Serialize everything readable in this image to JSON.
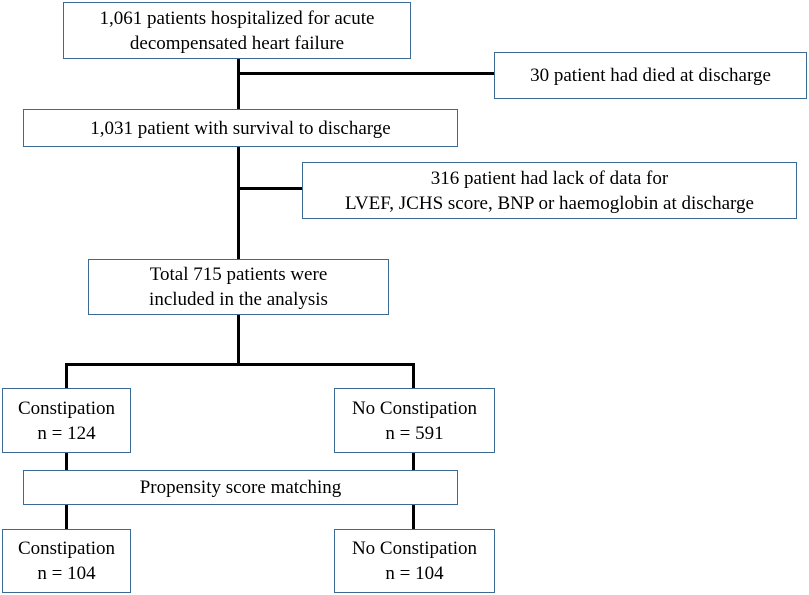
{
  "flowchart": {
    "boxes": {
      "hospitalized": {
        "line1": "1,061 patients hospitalized for acute",
        "line2": "decompensated heart failure"
      },
      "died": {
        "text": "30 patient had died at discharge"
      },
      "survived": {
        "text": "1,031 patient with survival to discharge"
      },
      "lack_data": {
        "line1": "316 patient had lack of data for",
        "line2": "LVEF, JCHS score, BNP or haemoglobin at discharge"
      },
      "total": {
        "line1": "Total 715 patients were",
        "line2": "included in the analysis"
      },
      "constipation_before": {
        "line1": "Constipation",
        "line2": "n = 124"
      },
      "no_constipation_before": {
        "line1": "No Constipation",
        "line2": "n = 591"
      },
      "matching": {
        "text": "Propensity score matching"
      },
      "constipation_after": {
        "line1": "Constipation",
        "line2": "n = 104"
      },
      "no_constipation_after": {
        "line1": "No Constipation",
        "line2": "n = 104"
      }
    },
    "colors": {
      "box_border": "#3b6a95",
      "connector": "#000000"
    }
  }
}
